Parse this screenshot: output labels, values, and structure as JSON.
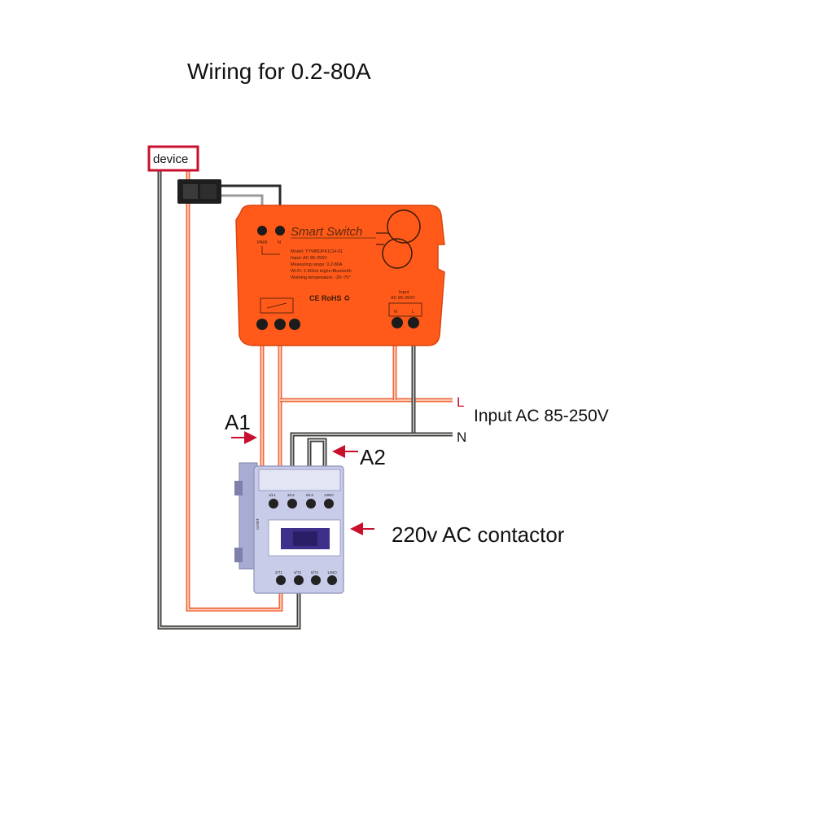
{
  "title": "Wiring for 0.2-80A",
  "device_label": "device",
  "labels": {
    "a1": "A1",
    "a2": "A2",
    "input": "Input AC 85-250V",
    "live": "L",
    "neutral": "N",
    "contactor": "220v AC contactor"
  },
  "smart_switch": {
    "name": "Smart Switch",
    "spec_lines": [
      "Model: TYWBDPK1CH-01",
      "Input: AC 85-250V",
      "Measuring range: 0.2-80A",
      "Wi-Fi: 2.4GHz b/g/n+Bluetooth",
      "Working temperature: -20~70°"
    ],
    "cert_text": "CE RoHS ♻",
    "input_label": "Input",
    "input_voltage": "AC 85-250V",
    "pair_label": "PAIR",
    "n_label": "N",
    "l_label": "L"
  },
  "contactor": {
    "brand": "CHINT",
    "top_terminals": [
      "1/L1",
      "3/L2",
      "5/L3",
      "13NO"
    ],
    "bottom_terminals": [
      "2/T1",
      "4/T2",
      "6/T3",
      "14NO"
    ]
  },
  "colors": {
    "wire_orange": "#f26a3a",
    "wire_gray": "#3f3f3c",
    "switch_body": "#ff5a1a",
    "device_box": "#c8102e",
    "arrow": "#c8102e",
    "contactor_body": "#c9cce8"
  }
}
